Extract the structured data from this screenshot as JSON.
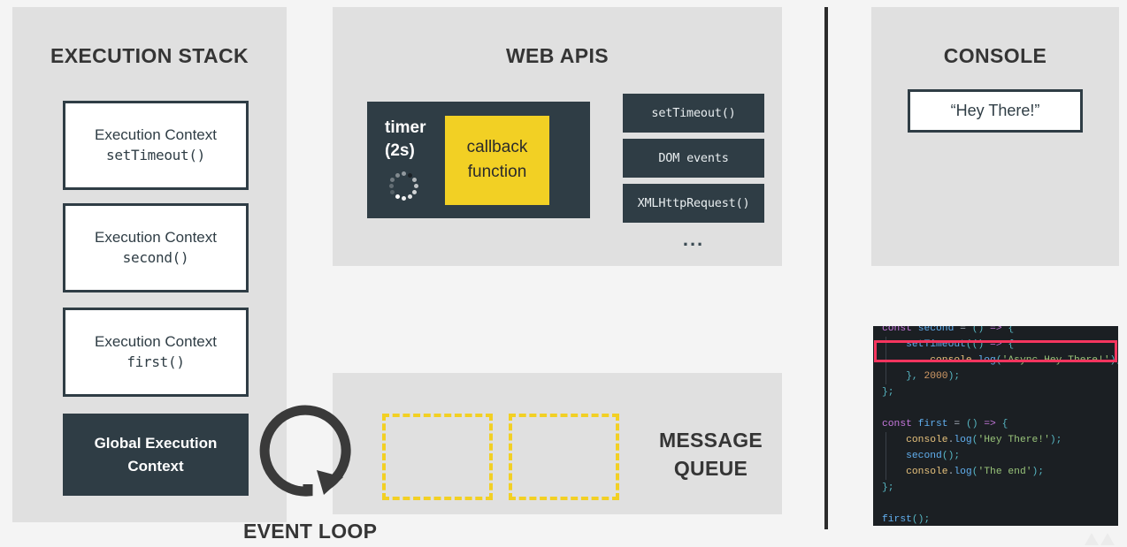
{
  "colors": {
    "page_bg": "#f4f4f4",
    "panel_bg": "#e0e0e0",
    "dark": "#2f3d45",
    "yellow": "#f2d024",
    "code_bg": "#1b1f23",
    "highlight": "#f5355e"
  },
  "execution_stack": {
    "title": "EXECUTION STACK",
    "frames": [
      {
        "line1": "Execution Context",
        "line2": "setTimeout()"
      },
      {
        "line1": "Execution Context",
        "line2": "second()"
      },
      {
        "line1": "Execution Context",
        "line2": "first()"
      }
    ],
    "global": {
      "line1": "Global Execution",
      "line2": "Context"
    }
  },
  "web_apis": {
    "title": "WEB APIS",
    "timer": {
      "label": "timer",
      "duration": "(2s)",
      "spinner_icon": "loading-spinner-icon",
      "callback": {
        "line1": "callback",
        "line2": "function"
      }
    },
    "api_chips": [
      "setTimeout()",
      "DOM events",
      "XMLHttpRequest()"
    ],
    "ellipsis": "..."
  },
  "message_queue": {
    "label_line1": "MESSAGE",
    "label_line2": "QUEUE",
    "slots": [
      "",
      ""
    ]
  },
  "event_loop": {
    "label": "EVENT LOOP",
    "icon": "circular-arrow-icon"
  },
  "console": {
    "title": "CONSOLE",
    "entries": [
      "“Hey There!”"
    ]
  },
  "code": {
    "lines": [
      [
        {
          "t": "const ",
          "c": "kw"
        },
        {
          "t": "second",
          "c": "fn"
        },
        {
          "t": " = ",
          "c": "plain"
        },
        {
          "t": "()",
          "c": "pun"
        },
        {
          "t": " => ",
          "c": "kw"
        },
        {
          "t": "{",
          "c": "pun"
        }
      ],
      [
        {
          "t": "    ",
          "c": "plain"
        },
        {
          "t": "setTimeout",
          "c": "fn"
        },
        {
          "t": "((",
          "c": "pun"
        },
        {
          "t": ")",
          "c": "pun"
        },
        {
          "t": " => ",
          "c": "kw"
        },
        {
          "t": "{",
          "c": "pun"
        }
      ],
      [
        {
          "t": "        ",
          "c": "plain"
        },
        {
          "t": "console",
          "c": "obj"
        },
        {
          "t": ".",
          "c": "plain"
        },
        {
          "t": "log",
          "c": "fn"
        },
        {
          "t": "(",
          "c": "pun"
        },
        {
          "t": "'Async Hey There!'",
          "c": "str"
        },
        {
          "t": ");",
          "c": "pun"
        }
      ],
      [
        {
          "t": "    ",
          "c": "plain"
        },
        {
          "t": "}, ",
          "c": "pun"
        },
        {
          "t": "2000",
          "c": "num"
        },
        {
          "t": ");",
          "c": "pun"
        }
      ],
      [
        {
          "t": "};",
          "c": "pun"
        }
      ],
      [
        {
          "t": "",
          "c": "plain"
        }
      ],
      [
        {
          "t": "const ",
          "c": "kw"
        },
        {
          "t": "first",
          "c": "fn"
        },
        {
          "t": " = ",
          "c": "plain"
        },
        {
          "t": "()",
          "c": "pun"
        },
        {
          "t": " => ",
          "c": "kw"
        },
        {
          "t": "{",
          "c": "pun"
        }
      ],
      [
        {
          "t": "    ",
          "c": "plain"
        },
        {
          "t": "console",
          "c": "obj"
        },
        {
          "t": ".",
          "c": "plain"
        },
        {
          "t": "log",
          "c": "fn"
        },
        {
          "t": "(",
          "c": "pun"
        },
        {
          "t": "'Hey There!'",
          "c": "str"
        },
        {
          "t": ");",
          "c": "pun"
        }
      ],
      [
        {
          "t": "    ",
          "c": "plain"
        },
        {
          "t": "second",
          "c": "fn"
        },
        {
          "t": "();",
          "c": "pun"
        }
      ],
      [
        {
          "t": "    ",
          "c": "plain"
        },
        {
          "t": "console",
          "c": "obj"
        },
        {
          "t": ".",
          "c": "plain"
        },
        {
          "t": "log",
          "c": "fn"
        },
        {
          "t": "(",
          "c": "pun"
        },
        {
          "t": "'The end'",
          "c": "str"
        },
        {
          "t": ");",
          "c": "pun"
        }
      ],
      [
        {
          "t": "};",
          "c": "pun"
        }
      ],
      [
        {
          "t": "",
          "c": "plain"
        }
      ],
      [
        {
          "t": "first",
          "c": "fn"
        },
        {
          "t": "();",
          "c": "pun"
        }
      ]
    ],
    "highlighted_line_index": 1
  }
}
